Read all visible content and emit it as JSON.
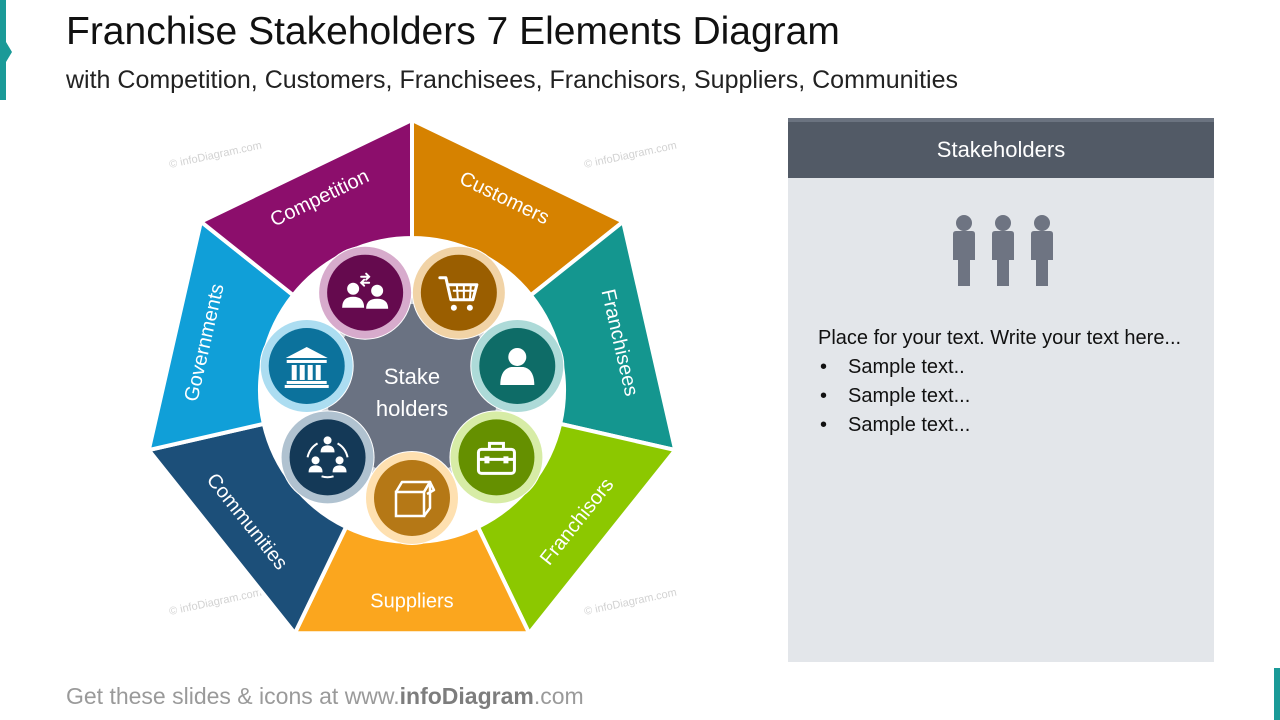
{
  "title": "Franchise Stakeholders 7 Elements Diagram",
  "subtitle": "with Competition, Customers, Franchisees, Franchisors, Suppliers, Communities",
  "diagram": {
    "center_lines": [
      "Stake",
      "holders"
    ],
    "segments": [
      {
        "label": "Customers",
        "color": "#d68200",
        "icon": "shopping-cart-icon"
      },
      {
        "label": "Franchisees",
        "color": "#14968f",
        "icon": "person-icon"
      },
      {
        "label": "Franchisors",
        "color": "#8cc800",
        "icon": "toolbox-icon"
      },
      {
        "label": "Suppliers",
        "color": "#fba61e",
        "icon": "box-icon"
      },
      {
        "label": "Communities",
        "color": "#1c4f79",
        "icon": "community-network-icon"
      },
      {
        "label": "Governments",
        "color": "#109fd8",
        "icon": "government-building-icon"
      },
      {
        "label": "Competition",
        "color": "#8c0e6c",
        "icon": "competition-people-icon"
      }
    ],
    "watermark": "© infoDiagram.com"
  },
  "panel": {
    "header": "Stakeholders",
    "icon": "people-group-icon",
    "text": "Place for your text. Write your text here...",
    "bullets": [
      "Sample text..",
      "Sample text...",
      "Sample text..."
    ]
  },
  "footer": {
    "prefix": "Get these slides & icons at www.",
    "brand": "infoDiagram",
    "suffix": ".com"
  }
}
